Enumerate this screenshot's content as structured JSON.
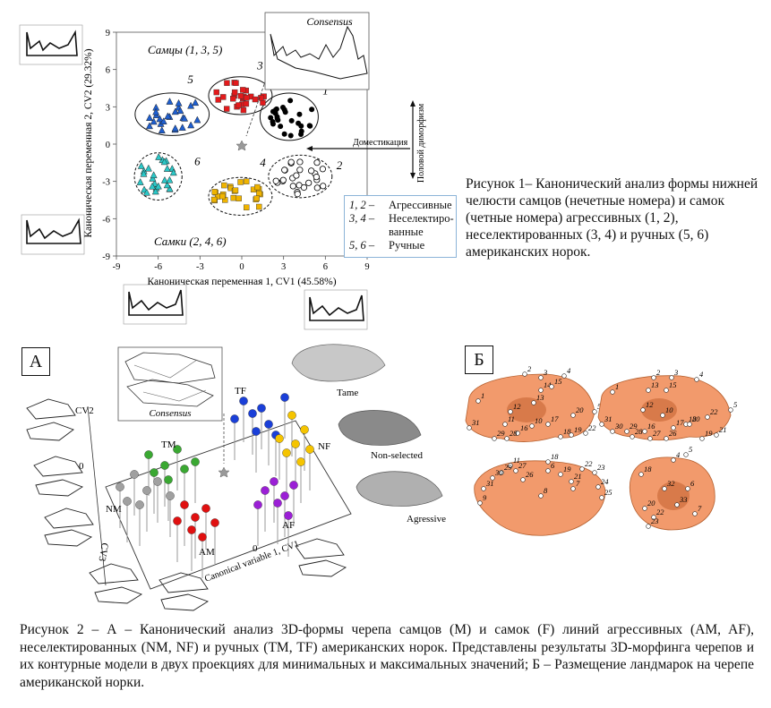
{
  "figure1": {
    "caption": "Рисунок 1– Канонический анализ формы нижней челюсти самцов (нечетные номера) и самок (четные номера) агрессивных (1, 2), неселектированных (3, 4) и ручных (5, 6) американских норок.",
    "labels": {
      "males": "Самцы (1, 3, 5)",
      "females": "Самки (2, 4, 6)",
      "consensus": "Consensus",
      "domestication": "Доместикация",
      "sexual_dimorphism": "Половой диморфизм"
    },
    "legend": [
      {
        "key": "1, 2 –",
        "value": "Агрессивные"
      },
      {
        "key": "3, 4 –",
        "value": "Неселектиро-ванные"
      },
      {
        "key": "5, 6 –",
        "value": "Ручные"
      }
    ],
    "chart_data": {
      "type": "scatter",
      "xlabel": "Каноническая переменная 1, CV1 (45.58%)",
      "ylabel": "Каноническая переменная 2, CV2 (29.32%)",
      "xlim": [
        -9,
        9
      ],
      "ylim": [
        -9,
        9
      ],
      "xticks": [
        "-9",
        "-6",
        "-3",
        "0",
        "3",
        "6",
        "9"
      ],
      "yticks": [
        "9",
        "6",
        "3",
        "0",
        "-3",
        "-6",
        "-9"
      ],
      "grid": false,
      "series": [
        {
          "name": "1",
          "marker": "circle-filled",
          "color": "#000000",
          "cx": 3.4,
          "cy": 2.2,
          "sx": 1.1,
          "sy": 1.0
        },
        {
          "name": "2",
          "marker": "circle-open",
          "color": "#000000",
          "cx": 4.2,
          "cy": -2.6,
          "sx": 1.2,
          "sy": 0.9
        },
        {
          "name": "3",
          "marker": "square",
          "color": "#e31a1c",
          "cx": -0.1,
          "cy": 3.9,
          "sx": 1.2,
          "sy": 0.8
        },
        {
          "name": "4",
          "marker": "square",
          "color": "#f0b400",
          "cx": -0.1,
          "cy": -4.2,
          "sx": 1.2,
          "sy": 0.8
        },
        {
          "name": "5",
          "marker": "triangle",
          "color": "#1f5fd0",
          "cx": -5.0,
          "cy": 2.4,
          "sx": 1.4,
          "sy": 0.9
        },
        {
          "name": "6",
          "marker": "triangle",
          "color": "#2bc7c7",
          "cx": -6.0,
          "cy": -2.6,
          "sx": 0.9,
          "sy": 1.0
        }
      ],
      "cluster_labels": [
        {
          "text": "1",
          "x": 5.8,
          "y": 4.0
        },
        {
          "text": "2",
          "x": 6.8,
          "y": -2.0
        },
        {
          "text": "3",
          "x": 1.1,
          "y": 6.0
        },
        {
          "text": "4",
          "x": 1.3,
          "y": -1.8
        },
        {
          "text": "5",
          "x": -3.9,
          "y": 4.9
        },
        {
          "text": "6",
          "x": -3.4,
          "y": -1.7
        }
      ]
    }
  },
  "figure2": {
    "panel_a": "А",
    "panel_b": "Б",
    "caption": "Рисунок 2 – А – Канонический анализ 3D-формы черепа самцов (M) и самок (F) линий агрессивных (AM, AF), неселектированных (NM, NF) и ручных (TM, TF) американских норок. Представлены результаты 3D-морфинга черепов и их контурные модели в двух проекциях для минимальных и максимальных значений; Б – Размещение ландмарок на черепе американской норки.",
    "labels": {
      "consensus": "Consensus",
      "cv2": "CV2",
      "cv3": "CV3",
      "cv1": "Canonical variable 1, CV1",
      "zero": "0",
      "tame": "Tame",
      "non_selected": "Non-selected",
      "aggressive": "Agressive",
      "tf": "TF",
      "tm": "TM",
      "nf": "NF",
      "nm": "NM",
      "af": "AF",
      "am": "AM"
    },
    "colors": {
      "tf": "#1a3fd8",
      "tm": "#3aa832",
      "nf": "#f5c400",
      "nm": "#a0a0a0",
      "af": "#9b1fd6",
      "am": "#e01010",
      "skull": "#f29a6c"
    },
    "landmarks_view1": [
      "1",
      "2",
      "3",
      "4",
      "5",
      "10",
      "11",
      "12",
      "13",
      "14",
      "15",
      "16",
      "17",
      "18",
      "19",
      "20",
      "22",
      "28",
      "29",
      "31"
    ],
    "landmarks_view2": [
      "1",
      "2",
      "3",
      "4",
      "5",
      "10",
      "12",
      "13",
      "15",
      "16",
      "17",
      "18",
      "19",
      "20",
      "21",
      "22",
      "26",
      "27",
      "28",
      "29",
      "30",
      "31"
    ],
    "landmarks_view3": [
      "6",
      "7",
      "8",
      "9",
      "11",
      "18",
      "19",
      "21",
      "22",
      "23",
      "24",
      "25",
      "26",
      "27",
      "29",
      "30",
      "31"
    ],
    "landmarks_view4": [
      "4",
      "5",
      "6",
      "7",
      "18",
      "20",
      "22",
      "23",
      "32",
      "33"
    ]
  }
}
